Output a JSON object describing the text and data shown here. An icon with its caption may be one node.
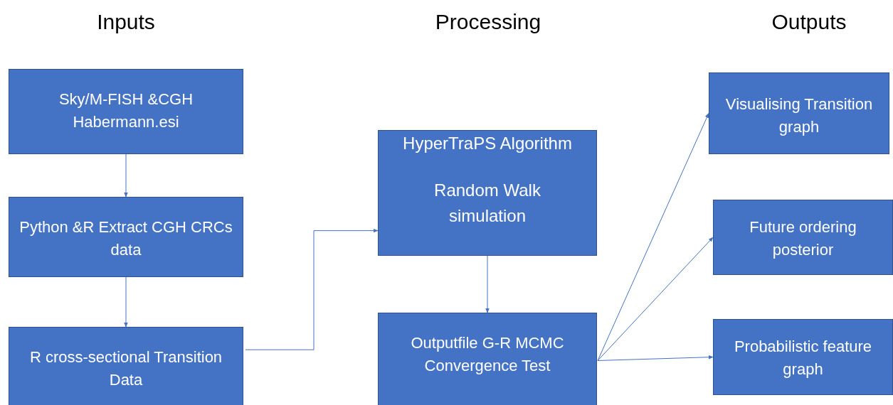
{
  "diagram": {
    "nodes": [
      {
        "text": [
          "Sky/M-FISH &CGH Habermann.esi"
        ]
      },
      {
        "text": [
          "Python &R Extract CGH CRCs data"
        ]
      },
      {
        "text": [
          "R cross-sectional Transition Data"
        ]
      },
      {
        "text": [
          "HyperTraPS Algorithm",
          "Random Walk simulation"
        ]
      },
      {
        "text": [
          "Outputfile G-R MCMC Convergence Test"
        ]
      },
      {
        "text": [
          "Visualising Transition graph"
        ]
      },
      {
        "text": [
          "Future ordering posterior"
        ]
      },
      {
        "text": [
          "Probabilistic feature graph"
        ]
      }
    ],
    "edges": [
      {
        "from": 0,
        "to": 1,
        "arrow": "to"
      },
      {
        "from": 1,
        "to": 2,
        "arrow": "to"
      },
      {
        "from": 2,
        "to": 3,
        "arrow": "to"
      },
      {
        "from": 3,
        "to": 4,
        "arrow": "to"
      },
      {
        "from": 4,
        "to": 5,
        "arrow": "to"
      },
      {
        "from": 4,
        "to": 6,
        "arrow": "to"
      },
      {
        "from": 4,
        "to": 7,
        "arrow": "to"
      }
    ],
    "labels": [
      "Inputs",
      "Processing",
      "Outputs"
    ]
  }
}
